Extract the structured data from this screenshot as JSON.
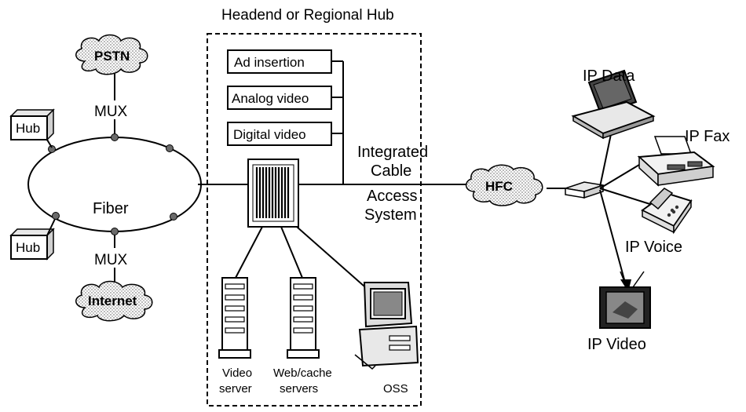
{
  "hub_box": {
    "title": "Headend or Regional Hub",
    "sources": [
      "Ad insertion",
      "Analog video",
      "Digital video"
    ],
    "cmts_label": [
      "Integrated",
      "Cable",
      "Access",
      "System"
    ],
    "servers": {
      "video": [
        "Video",
        "server"
      ],
      "web": [
        "Web/cache",
        "servers"
      ],
      "oss": "OSS"
    }
  },
  "network": {
    "pstn": "PSTN",
    "internet": "Internet",
    "mux_top": "MUX",
    "mux_bottom": "MUX",
    "fiber": "Fiber",
    "hub_top": "Hub",
    "hub_bottom": "Hub",
    "hfc": "HFC"
  },
  "endpoints": {
    "data": "IP Data",
    "fax": "IP Fax",
    "voice": "IP Voice",
    "video": "IP Video"
  },
  "colors": {
    "ink": "#000000",
    "cloud_fill": "#cfcfcf",
    "node_fill": "#6a6a6a",
    "device_fill": "#e8e8e8"
  }
}
